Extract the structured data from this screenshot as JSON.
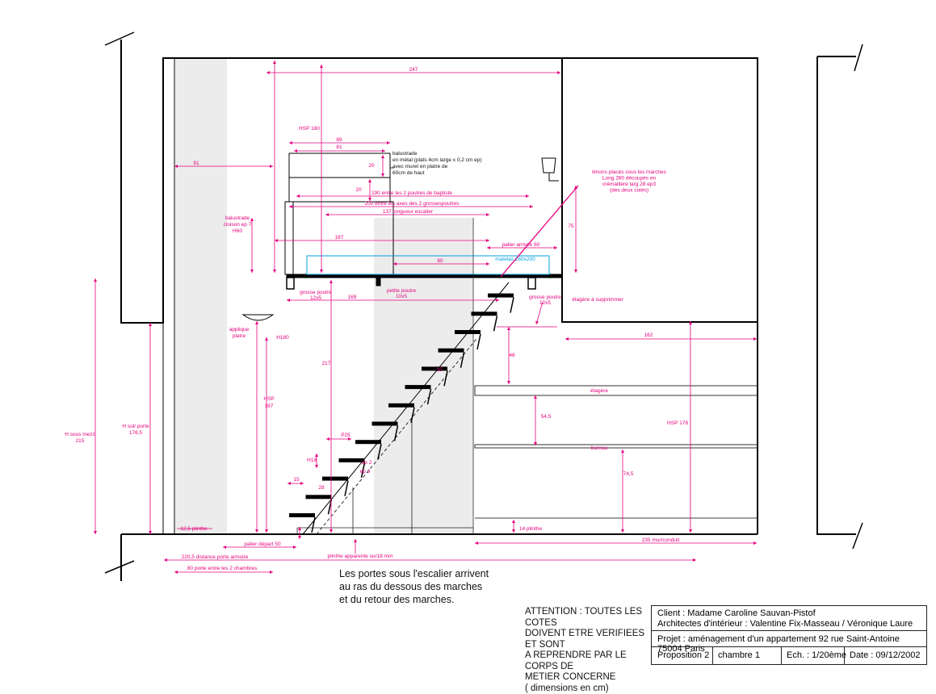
{
  "colors": {
    "dimension": "#e6007e",
    "ink": "#000000",
    "accent": "#00a0e3",
    "shade": "#ececec"
  },
  "dims": {
    "d247": "247",
    "d91": "91",
    "hsp180": "HSP 180",
    "d89": "89",
    "d81": "81",
    "d20a": "20",
    "d20b": "20",
    "balustrade_note": "balustrade\nen métal (plats 4cm large x 0,2 cm ep)\navec muret en platre de\n60cm de haut",
    "d190": "190 entre les 2 poutres de baptiste",
    "d200": "200 entre les axes des 2 grossespoutres",
    "d137": "137 longueur escalier",
    "limons": "limons placés sous les marches\nLong 260 découpés en\ncrémaillère larg 28 ep3\n(des deux cotés)",
    "balustrade_cloison": "balustrade\ncloison ep 7\nH60",
    "d187": "187",
    "palier_arrivee": "palier arrivée 60",
    "d75": "75",
    "d80": "80",
    "matelas": "matelas 160x200",
    "grosse_poutre_l": "grosse poutre\n12x5",
    "petite_poutre": "petite poutre\n10x5",
    "d169": "169",
    "grosse_poutre_r": "grosse poutre\n12x5",
    "etagere_supprimer": "étagère à supprimmer",
    "applique": "applique\nplatre",
    "h180": "H180",
    "d162": "162",
    "d48": "48",
    "d217": "217",
    "d15a": "15",
    "hsp397": "HSP\n397",
    "etagere": "étagère",
    "h_sous_mezz": "H sous mezz\n215",
    "h_sol_porte": "H sol/ porte\n176,5",
    "d54_5": "54,5",
    "hsp178": "HSP 178",
    "p25": "P25",
    "bureau": "bureau",
    "h18": "H18",
    "ep2": "ep 2",
    "ep3": "ep 3",
    "d74_5": "74,5",
    "d15b": "15",
    "d28": "28",
    "plinthe_l": "12,5 plinthe",
    "plinthe_r": "14 plinthe",
    "d235": "235 mur/conduit",
    "palier_depart": "palier départ 50",
    "plinthe_app": "plinthe apparente sur18 mm",
    "d220": "220,5 distance porte armoire",
    "d80b": "80 porte entre les 2 chambres"
  },
  "stair_note": "Les portes sous l'escalier arrivent\nau ras du dessous des marches\net du retour des marches.",
  "attention": "ATTENTION : TOUTES LES COTES\nDOIVENT ETRE VERIFIEES ET SONT\nA REPRENDRE PAR LE CORPS DE\nMETIER CONCERNE\n( dimensions en cm)",
  "titleblock": {
    "client": "Client : Madame Caroline Sauvan-Pistof",
    "architects": "Architectes d'intérieur : Valentine Fix-Masseau / Véronique Laure",
    "project": "Projet : aménagement d'un appartement 92 rue Saint-Antoine 75004 Paris",
    "proposition": "Proposition 2",
    "room": "chambre 1",
    "scale": "Ech. : 1/20ème",
    "date": "Date : 09/12/2002"
  }
}
